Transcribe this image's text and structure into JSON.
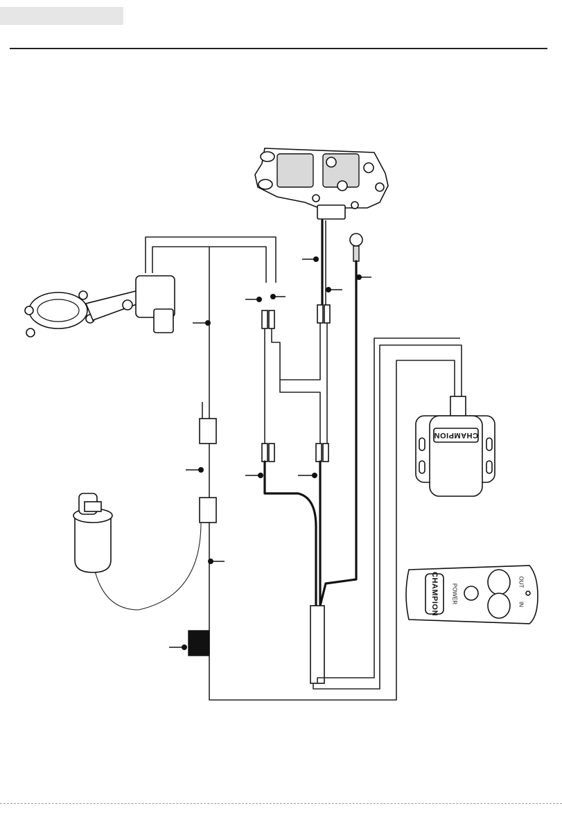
{
  "diagram": {
    "remote_base_brand": "CHAMPION",
    "handheld_remote": {
      "brand": "CHAMPION",
      "power_label": "POWER",
      "out_label": "OUT",
      "in_label": "IN"
    }
  }
}
